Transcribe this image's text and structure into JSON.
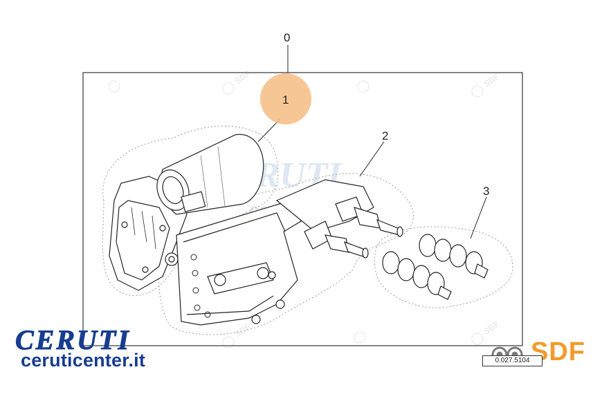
{
  "diagram": {
    "callouts": [
      {
        "id": "0",
        "label": "0"
      },
      {
        "id": "1",
        "label": "1",
        "highlighted": true
      },
      {
        "id": "2",
        "label": "2"
      },
      {
        "id": "3",
        "label": "3"
      }
    ],
    "reference_code": "0.027.5104"
  },
  "watermark": {
    "name": "CERUTI",
    "url": "ceruticenter.it",
    "stamp": "SDF"
  },
  "branding": {
    "dealer_name": "CERUTI",
    "dealer_url": "ceruticenter.it",
    "manufacturer": "SDF",
    "colors": {
      "dealer_blue": "#173d8f",
      "sdf_orange": "#f39a2b",
      "highlight_orange": "#f6c08a"
    }
  }
}
